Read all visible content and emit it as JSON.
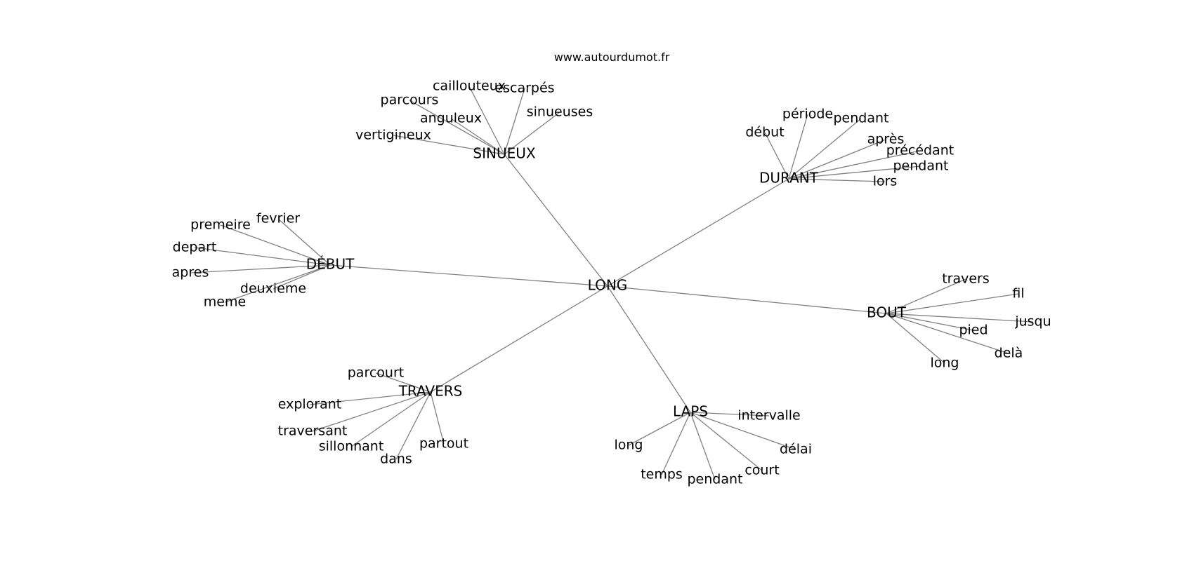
{
  "site": "www.autourdumot.fr",
  "center": "LONG",
  "clusters": [
    {
      "hub": "SINUEUX",
      "words": [
        "caillouteux",
        "escarpés",
        "parcours",
        "sinueuses",
        "anguleux",
        "vertigineux"
      ]
    },
    {
      "hub": "DURANT",
      "words": [
        "période",
        "pendant",
        "début",
        "après",
        "précédant",
        "pendant",
        "lors"
      ]
    },
    {
      "hub": "DÉBUT",
      "words": [
        "fevrier",
        "premeire",
        "depart",
        "apres",
        "deuxieme",
        "meme"
      ]
    },
    {
      "hub": "BOUT",
      "words": [
        "travers",
        "fil",
        "jusqu",
        "pied",
        "delà",
        "long"
      ]
    },
    {
      "hub": "TRAVERS",
      "words": [
        "parcourt",
        "explorant",
        "traversant",
        "sillonnant",
        "dans",
        "partout"
      ]
    },
    {
      "hub": "LAPS",
      "words": [
        "intervalle",
        "long",
        "délai",
        "court",
        "temps",
        "pendant"
      ]
    }
  ]
}
